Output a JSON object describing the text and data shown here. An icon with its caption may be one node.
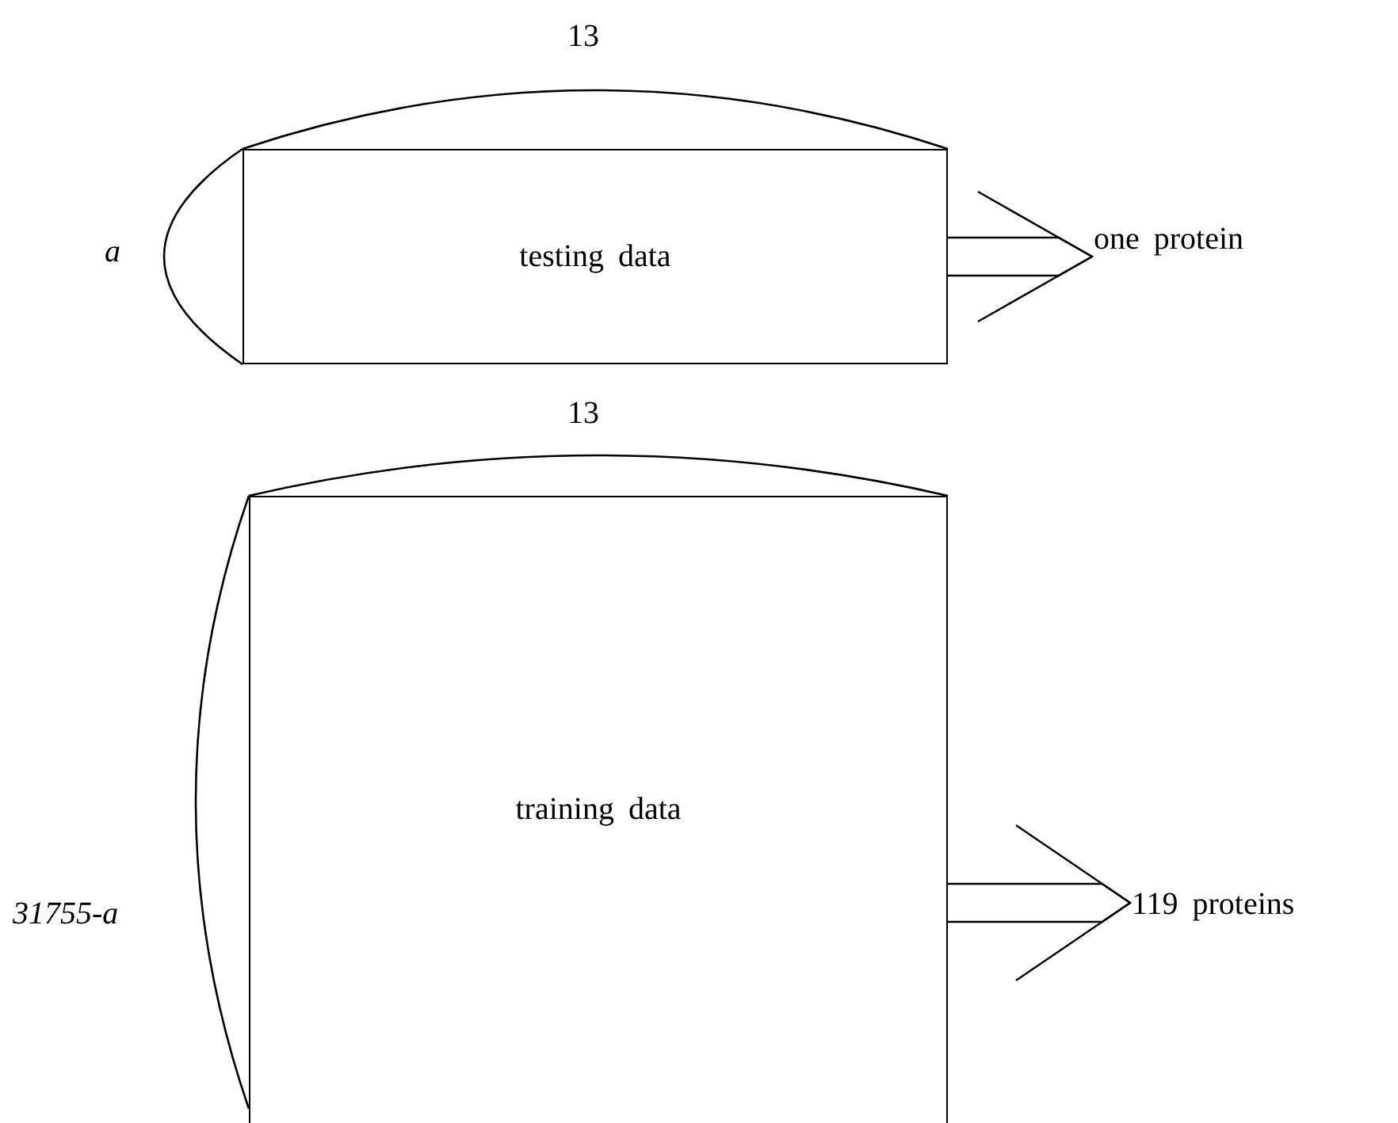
{
  "diagram": {
    "nodes": [
      {
        "text": [
          "testing data"
        ]
      },
      {
        "text": [
          "one protein"
        ]
      },
      {
        "text": [
          "training data"
        ]
      },
      {
        "text": [
          "119 proteins"
        ]
      }
    ],
    "edges": [
      {
        "from": 0,
        "to": 1,
        "arrow": "to"
      },
      {
        "from": 2,
        "to": 3,
        "arrow": "to"
      }
    ],
    "labels": [
      "13",
      "a",
      "13",
      "31755-a"
    ]
  }
}
